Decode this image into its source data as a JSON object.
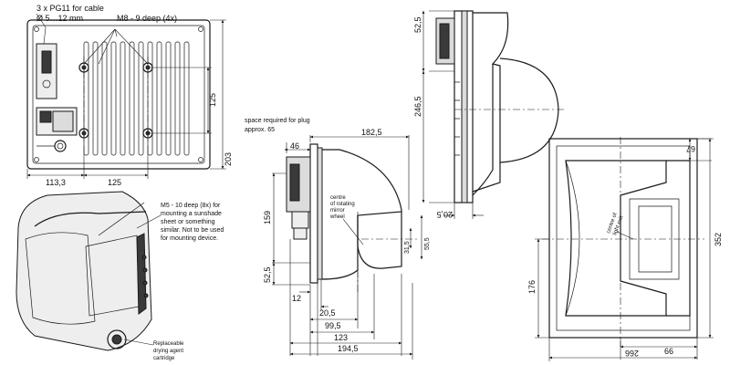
{
  "front_view": {
    "cable_label_line1": "3 x PG11 for cable",
    "cable_label_line2": "Ø 5…12 mm",
    "thread_label": "M8 - 9 deep (4x)",
    "dim_125_vertical": "125",
    "dim_203": "203",
    "dim_113_3": "113,3",
    "dim_125_horizontal": "125"
  },
  "perspective_view": {
    "mounting_note_lines": [
      "M5 - 10 deep (8x) for",
      "mounting a sunshade",
      "sheet or something",
      "similar. Not to be used",
      "for mounting device."
    ],
    "drying_note_lines": [
      "Replaceable",
      "drying agent",
      "cartridge"
    ]
  },
  "side_view": {
    "plug_note_line1": "space required for plug",
    "plug_note_line2": "approx. 65",
    "dim_182_5": "182,5",
    "dim_46": "46",
    "dim_159": "159",
    "dim_52_5": "52,5",
    "dim_12": "12",
    "dim_20_5": "20,5",
    "dim_99_5": "99,5",
    "dim_123": "123",
    "dim_194_5": "194,5",
    "dim_31_5": "31,5",
    "dim_55_5": "55,5",
    "mirror_label_lines": [
      "centre",
      "of rotating",
      "mirror",
      "wheel"
    ]
  },
  "top_view": {
    "dim_52_5": "52,5",
    "dim_246_5": "246,5",
    "dim_20_5": "20,5"
  },
  "bottom_view": {
    "dim_67": "67",
    "dim_352": "352",
    "dim_176": "176",
    "dim_66": "66",
    "dim_266": "266",
    "light_exit_label_lines": [
      "centre of",
      "light exit"
    ]
  }
}
